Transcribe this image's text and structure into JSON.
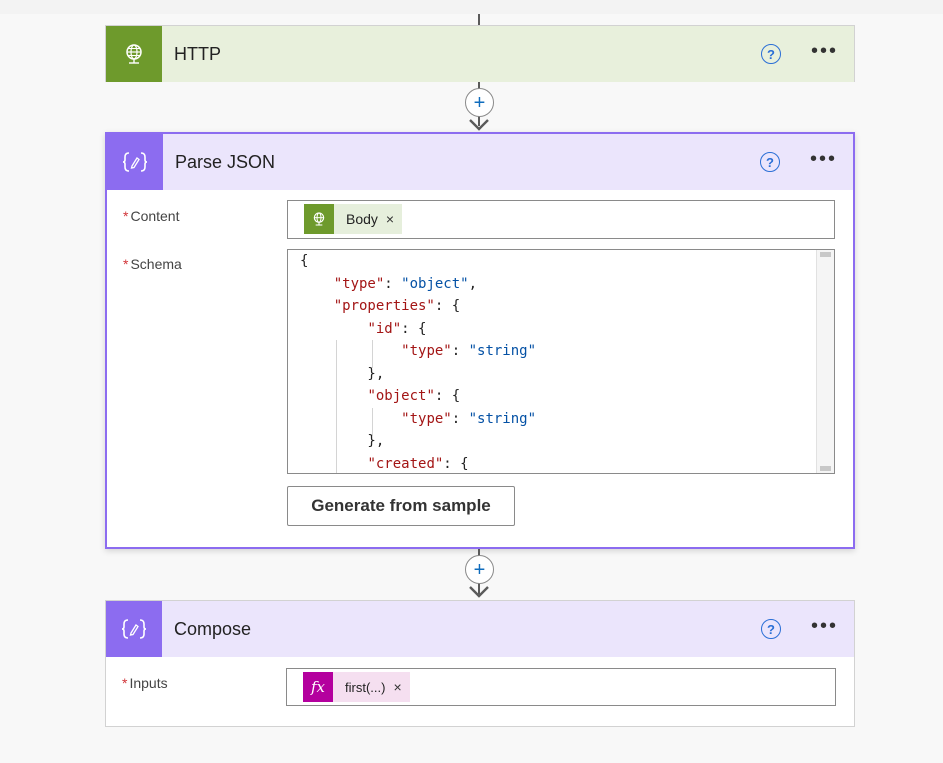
{
  "http_card": {
    "title": "HTTP",
    "icon": "globe-icon",
    "accent": "#6e9a2c",
    "header_bg": "#e8f0dc"
  },
  "parse_card": {
    "title": "Parse JSON",
    "icon": "json-braces-icon",
    "accent": "#8c6cf0",
    "header_bg": "#ebe5fc",
    "content_label": "Content",
    "content_token": "Body",
    "schema_label": "Schema",
    "schema_lines": [
      "{",
      "    \"type\": \"object\",",
      "    \"properties\": {",
      "        \"id\": {",
      "            \"type\": \"string\"",
      "        },",
      "        \"object\": {",
      "            \"type\": \"string\"",
      "        },",
      "        \"created\": {"
    ],
    "generate_button": "Generate from sample"
  },
  "compose_card": {
    "title": "Compose",
    "icon": "json-braces-icon",
    "header_bg": "#ebe5fc",
    "inputs_label": "Inputs",
    "inputs_token": "first(...)",
    "token_color": "#b4009e",
    "token_bg": "#f5dff0"
  },
  "help_icon": "question-circle-icon",
  "more_icon": "ellipsis-icon",
  "add_step_icon": "plus-icon",
  "required_marker": "*",
  "token_remove": "×",
  "help_glyph": "?",
  "more_glyph": "•••",
  "plus_glyph": "+"
}
